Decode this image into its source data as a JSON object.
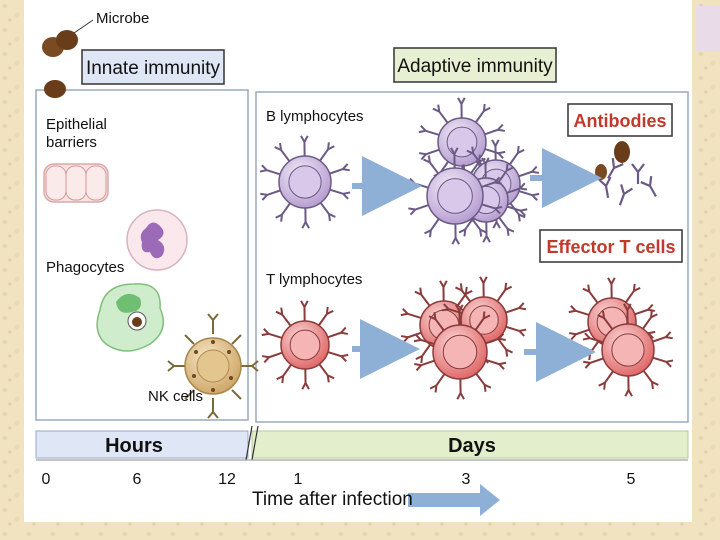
{
  "microbe_label": "Microbe",
  "innate": {
    "title": "Innate immunity",
    "epithelial_label_line1": "Epithelial",
    "epithelial_label_line2": "barriers",
    "phagocytes_label": "Phagocytes",
    "nk_label": "NK cells"
  },
  "adaptive": {
    "title": "Adaptive immunity",
    "b_label": "B lymphocytes",
    "t_label": "T lymphocytes",
    "antibodies_label": "Antibodies",
    "effector_label": "Effector T cells"
  },
  "timeline": {
    "hours_label": "Hours",
    "days_label": "Days",
    "ticks": [
      "0",
      "6",
      "12",
      "1",
      "3",
      "5"
    ],
    "axis_label": "Time after infection"
  },
  "colors": {
    "parchment": "#f1e3c0",
    "innate_header_bg": "#dfe6f5",
    "adaptive_header_bg": "#e8f0d4",
    "antibodies_text": "#c0392b",
    "b_cell": "#cdb8e0",
    "t_cell": "#ee8a8a",
    "arrow": "#8fb0d6"
  }
}
